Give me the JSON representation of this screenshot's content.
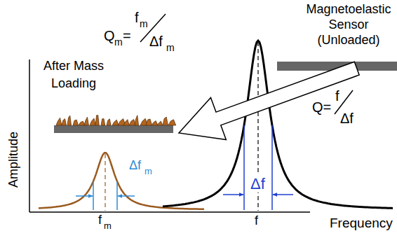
{
  "diagram": {
    "labels": [
      "Magnetoelastic Sensor (Unloaded)",
      "After Mass Loading",
      "Q",
      "m",
      "=",
      "f",
      "m",
      "Δf",
      "m",
      "Q=",
      "f",
      "Δf",
      "Δf",
      "Δf",
      "m",
      "Amplitude",
      "f",
      "m",
      "f",
      "Frequency"
    ]
  }
}
